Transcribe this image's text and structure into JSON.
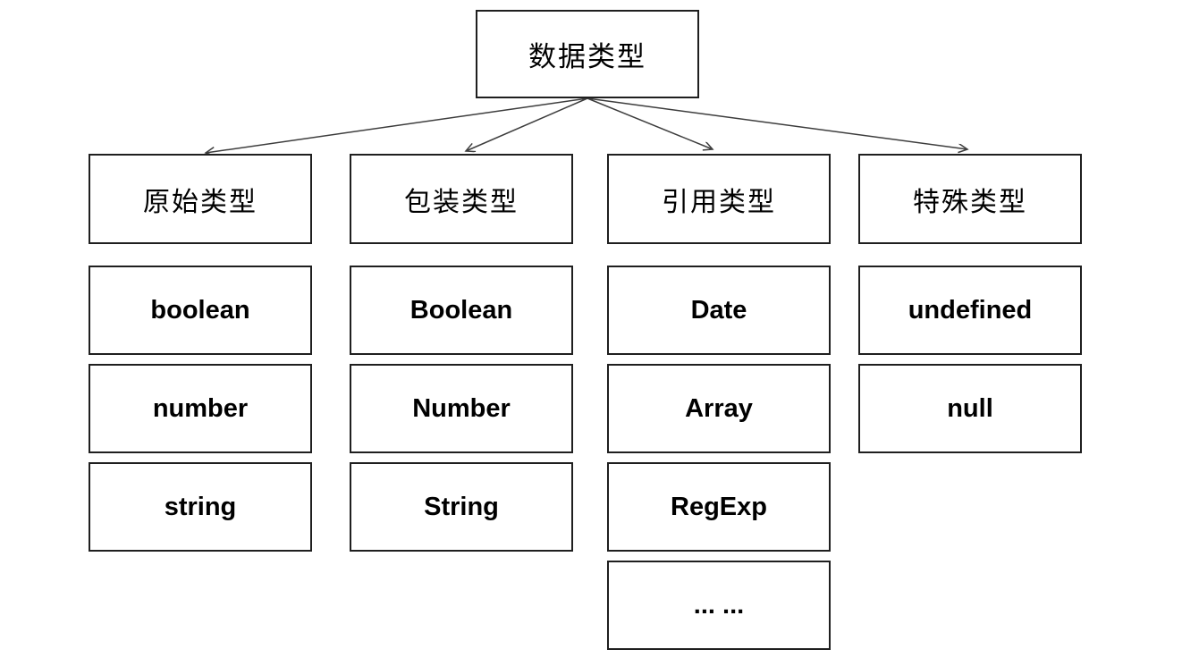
{
  "diagram": {
    "root": {
      "label": "数据类型"
    },
    "columns": [
      {
        "header": "原始类型",
        "items": [
          "boolean",
          "number",
          "string"
        ]
      },
      {
        "header": "包装类型",
        "items": [
          "Boolean",
          "Number",
          "String"
        ]
      },
      {
        "header": "引用类型",
        "items": [
          "Date",
          "Array",
          "RegExp",
          "... ..."
        ]
      },
      {
        "header": "特殊类型",
        "items": [
          "undefined",
          "null"
        ]
      }
    ],
    "colors": {
      "background": "#ffffff",
      "box_border": "#1f1f1f",
      "arrow_line": "#3d3d3d",
      "text": "#000000"
    }
  }
}
